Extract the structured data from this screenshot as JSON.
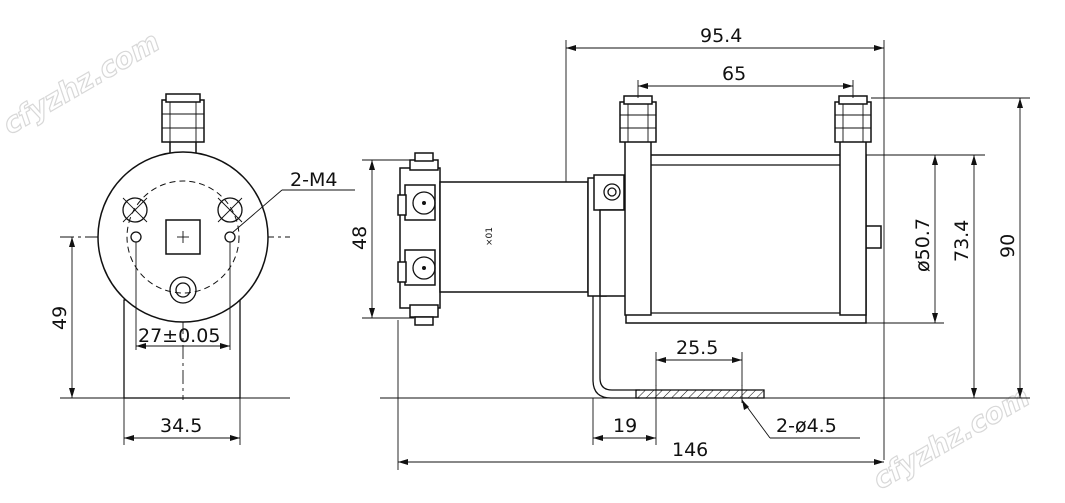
{
  "watermark": "cfyzhz.com",
  "dimensions": {
    "overall_length": "146",
    "body_length": "95.4",
    "port_spacing": "65",
    "total_height": "90",
    "body_height": "73.4",
    "body_diameter": "ø50.7",
    "motor_height": "48",
    "axis_height": "49",
    "bracket_width": "34.5",
    "hole_spacing": "27±0.05",
    "thread_callout": "2-M4",
    "foot_hole_spacing": "25.5",
    "foot_offset": "19",
    "foot_holes": "2-ø4.5"
  },
  "small_label": "×01"
}
